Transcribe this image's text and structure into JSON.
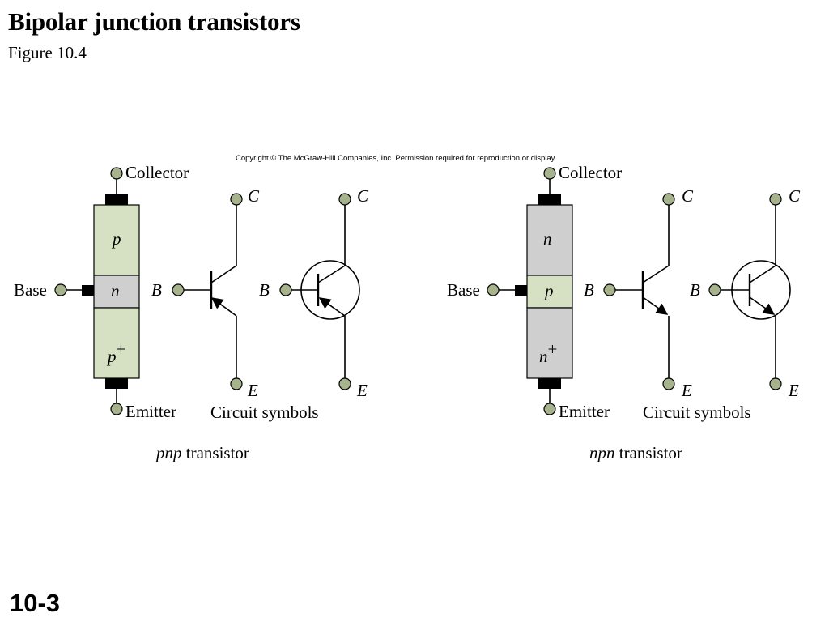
{
  "slide": {
    "title": "Bipolar junction transistors",
    "subtitle": "Figure 10.4",
    "page_number": "10-3",
    "copyright": "Copyright © The McGraw-Hill Companies, Inc. Permission required for reproduction or display."
  },
  "colors": {
    "p_region": "#d6e0c2",
    "n_region": "#cfcfcf",
    "terminal": "#a6b38c"
  },
  "pnp": {
    "collector_label": "Collector",
    "base_label": "Base",
    "emitter_label": "Emitter",
    "top_region": "p",
    "mid_region": "n",
    "bottom_region": "p",
    "bottom_superscript": "+",
    "symbols_caption": "Circuit symbols",
    "caption_italic": "pnp",
    "caption_rest": " transistor",
    "sym_c": "C",
    "sym_b": "B",
    "sym_e": "E"
  },
  "npn": {
    "collector_label": "Collector",
    "base_label": "Base",
    "emitter_label": "Emitter",
    "top_region": "n",
    "mid_region": "p",
    "bottom_region": "n",
    "bottom_superscript": "+",
    "symbols_caption": "Circuit symbols",
    "caption_italic": "npn",
    "caption_rest": " transistor",
    "sym_c": "C",
    "sym_b": "B",
    "sym_e": "E"
  }
}
